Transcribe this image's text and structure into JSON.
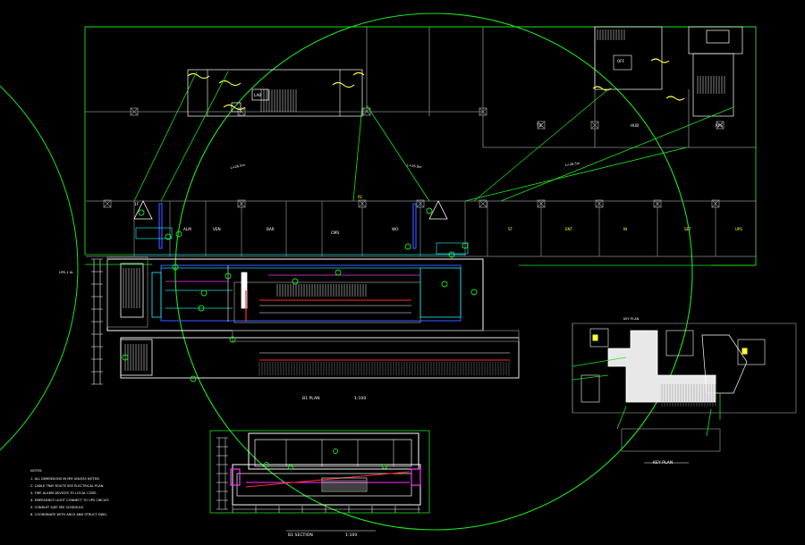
{
  "drawing": {
    "background": "#000000",
    "colors": {
      "line": "#ffffff",
      "gray": "#8c8c8c",
      "green": "#19e619",
      "cyan": "#19dddd",
      "blue": "#3355ff",
      "red": "#ff2a2a",
      "magenta": "#ff33ff",
      "yellow": "#ffff33"
    },
    "main_plan": {
      "room_labels": [
        "1F",
        "ALM",
        "VEN",
        "BAR",
        "CMS",
        "WO",
        "TIC",
        "HUB",
        "RPS",
        "LAB",
        "OFF"
      ],
      "yellow_room_labels": [
        "ST",
        "ENT",
        "IN",
        "SET",
        "UPS",
        "RC"
      ],
      "dimension_labels": [
        "L=26.5m",
        "L=26.0m",
        "L=28.5m"
      ],
      "center_tag": "1:100",
      "left_tag": "UPS-1 AL",
      "title": "B1 PLAN",
      "scale": "1:100"
    },
    "section_plan": {
      "title": "B1 SECTION",
      "scale": "1:100"
    },
    "key_plan": {
      "title": "KEY PLAN",
      "header": "KEY PLAN"
    },
    "notes": {
      "heading": "NOTES:",
      "lines": [
        "1. ALL DIMENSIONS IN MM UNLESS NOTED.",
        "2. CABLE TRAY ROUTE SEE ELECTRICAL PLAN.",
        "3. FIRE ALARM DEVICES TO LOCAL CODE.",
        "4. EMERGENCY LIGHT CONNECT TO UPS CIRCUIT.",
        "5. CONDUIT SIZE SEE SCHEDULE.",
        "6. COORDINATE WITH ARCH AND STRUCT DWG."
      ]
    }
  }
}
